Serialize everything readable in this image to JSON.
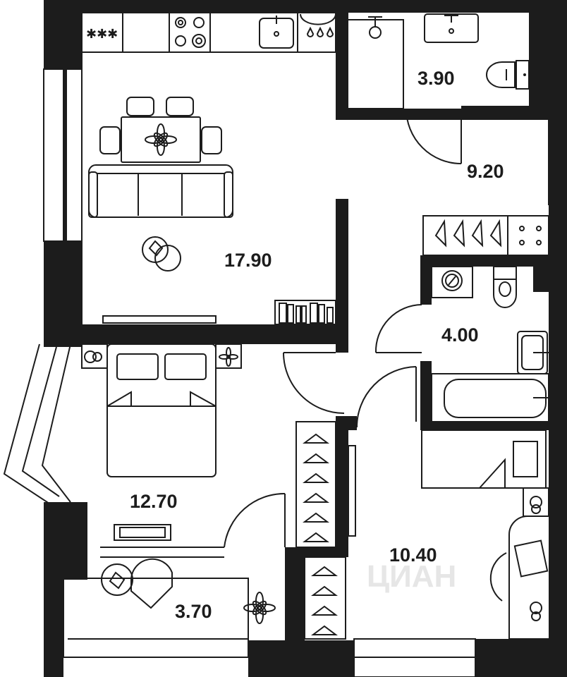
{
  "rooms": {
    "living_room": "17.90",
    "bathroom_top": "3.90",
    "hall_upper": "9.20",
    "bathroom_mid": "4.00",
    "bedroom": "12.70",
    "balcony": "3.70",
    "hall_lower": "10.40"
  },
  "icons": [
    "snowflake-icon",
    "stove-icon",
    "sink-icon",
    "toilet-icon",
    "shower-icon",
    "bathtub-icon",
    "washer-icon",
    "hanger-icon",
    "flower-icon",
    "bed-icon",
    "sofa-icon",
    "table-icon",
    "armchair-icon",
    "lamp-icon"
  ],
  "colors": {
    "wall": "#1c1c1c",
    "background": "#ffffff"
  }
}
